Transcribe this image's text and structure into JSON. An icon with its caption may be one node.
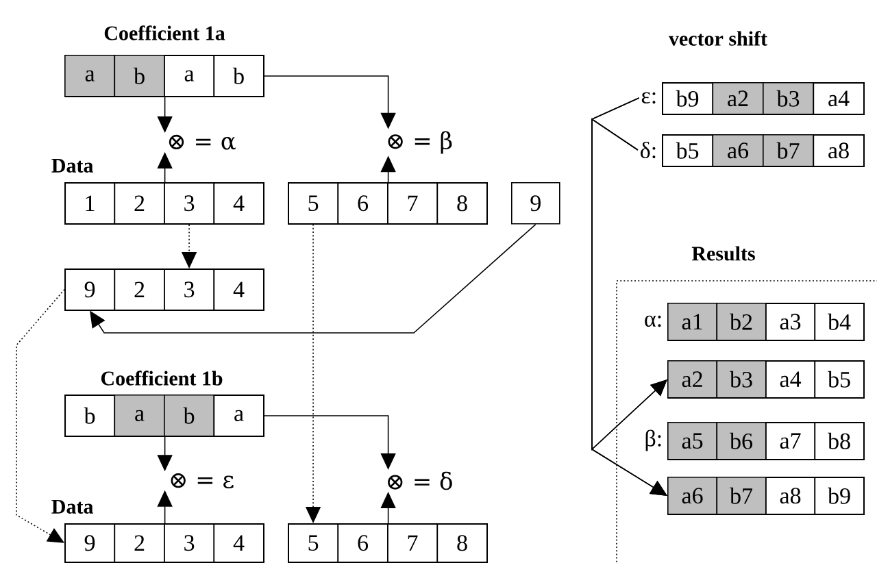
{
  "diagram": {
    "nodes": [
      {
        "text": [
          "Coefficient 1a"
        ]
      },
      {
        "text": [
          "a"
        ],
        "in": 0
      },
      {
        "text": [
          "b"
        ],
        "in": 0
      },
      {
        "text": [
          "a"
        ],
        "in": 0
      },
      {
        "text": [
          "b"
        ],
        "in": 0
      },
      {
        "text": [
          "⊗ = α"
        ]
      },
      {
        "text": [
          "⊗ = β"
        ]
      },
      {
        "text": [
          "Data"
        ]
      },
      {
        "text": [
          "1"
        ],
        "in": 7
      },
      {
        "text": [
          "2"
        ],
        "in": 7
      },
      {
        "text": [
          "3"
        ],
        "in": 7
      },
      {
        "text": [
          "4"
        ],
        "in": 7
      },
      {
        "text": [],
        "shape": "box"
      },
      {
        "text": [
          "5"
        ],
        "in": 12
      },
      {
        "text": [
          "6"
        ],
        "in": 12
      },
      {
        "text": [
          "7"
        ],
        "in": 12
      },
      {
        "text": [
          "8"
        ],
        "in": 12
      },
      {
        "text": [
          "9"
        ]
      },
      {
        "text": [],
        "shape": "box"
      },
      {
        "text": [
          "9"
        ],
        "in": 18
      },
      {
        "text": [
          "2"
        ],
        "in": 18
      },
      {
        "text": [
          "3"
        ],
        "in": 18
      },
      {
        "text": [
          "4"
        ],
        "in": 18
      },
      {
        "text": [
          "Coefficient 1b"
        ]
      },
      {
        "text": [
          "b"
        ],
        "in": 23
      },
      {
        "text": [
          "a"
        ],
        "in": 23
      },
      {
        "text": [
          "b"
        ],
        "in": 23
      },
      {
        "text": [
          "a"
        ],
        "in": 23
      },
      {
        "text": [
          "⊗ = ε"
        ]
      },
      {
        "text": [
          "⊗ = δ"
        ]
      },
      {
        "text": [
          "Data"
        ]
      },
      {
        "text": [
          "9"
        ],
        "in": 30
      },
      {
        "text": [
          "2"
        ],
        "in": 30
      },
      {
        "text": [
          "3"
        ],
        "in": 30
      },
      {
        "text": [
          "4"
        ],
        "in": 30
      },
      {
        "text": [],
        "shape": "box"
      },
      {
        "text": [
          "5"
        ],
        "in": 35
      },
      {
        "text": [
          "6"
        ],
        "in": 35
      },
      {
        "text": [
          "7"
        ],
        "in": 35
      },
      {
        "text": [
          "8"
        ],
        "in": 35
      },
      {
        "text": [],
        "shape": "box",
        "beside": [
          "ε:"
        ]
      },
      {
        "text": [
          "b9"
        ],
        "in": 40
      },
      {
        "text": [
          "a2"
        ],
        "in": 40
      },
      {
        "text": [
          "b3"
        ],
        "in": 40
      },
      {
        "text": [
          "a4"
        ],
        "in": 40
      },
      {
        "text": [],
        "shape": "box",
        "beside": [
          "δ:"
        ]
      },
      {
        "text": [
          "b5"
        ],
        "in": 45
      },
      {
        "text": [
          "a6"
        ],
        "in": 45
      },
      {
        "text": [
          "b7"
        ],
        "in": 45
      },
      {
        "text": [
          "a8"
        ],
        "in": 45
      },
      {
        "text": [
          "Results"
        ]
      },
      {
        "text": [],
        "shape": "box",
        "beside": [
          "α:"
        ],
        "in": 50
      },
      {
        "text": [
          "a1"
        ],
        "in": 51
      },
      {
        "text": [
          "b2"
        ],
        "in": 51
      },
      {
        "text": [
          "a3"
        ],
        "in": 51
      },
      {
        "text": [
          "b4"
        ],
        "in": 51
      },
      {
        "text": [],
        "shape": "box",
        "in": 50
      },
      {
        "text": [
          "a2"
        ],
        "in": 56
      },
      {
        "text": [
          "b3"
        ],
        "in": 56
      },
      {
        "text": [
          "a4"
        ],
        "in": 56
      },
      {
        "text": [
          "b5"
        ],
        "in": 56
      },
      {
        "text": [],
        "shape": "box",
        "beside": [
          "β:"
        ],
        "in": 50
      },
      {
        "text": [
          "a5"
        ],
        "in": 61
      },
      {
        "text": [
          "b6"
        ],
        "in": 61
      },
      {
        "text": [
          "a7"
        ],
        "in": 61
      },
      {
        "text": [
          "b8"
        ],
        "in": 61
      },
      {
        "text": [],
        "shape": "box",
        "in": 50
      },
      {
        "text": [
          "a6"
        ],
        "in": 66
      },
      {
        "text": [
          "b7"
        ],
        "in": 66
      },
      {
        "text": [
          "a8"
        ],
        "in": 66
      },
      {
        "text": [
          "b9"
        ],
        "in": 66
      }
    ],
    "edges": [
      {
        "from": 0,
        "to": 5,
        "arrow": "to"
      },
      {
        "from": 7,
        "to": 5,
        "arrow": "to"
      },
      {
        "from": 0,
        "to": 6,
        "arrow": "to"
      },
      {
        "from": 12,
        "to": 6,
        "arrow": "to"
      },
      {
        "from": 7,
        "to": 18,
        "arrow": "to",
        "style": "dashed"
      },
      {
        "from": 17,
        "to": 19,
        "arrow": "to"
      },
      {
        "from": 13,
        "to": 36,
        "arrow": "to",
        "style": "dashed"
      },
      {
        "from": 19,
        "to": 31,
        "arrow": "to",
        "style": "dashed"
      },
      {
        "from": 23,
        "to": 28,
        "arrow": "to"
      },
      {
        "from": 30,
        "to": 28,
        "arrow": "to"
      },
      {
        "from": 23,
        "to": 29,
        "arrow": "to"
      },
      {
        "from": 35,
        "to": 29,
        "arrow": "to"
      },
      {
        "from": 40,
        "to": 56,
        "arrow": "to"
      },
      {
        "from": 40,
        "to": 66,
        "arrow": "to"
      },
      {
        "from": 45,
        "to": 56,
        "arrow": "to"
      },
      {
        "from": 45,
        "to": 66,
        "arrow": "to"
      }
    ],
    "labels": [
      "vector shift"
    ]
  }
}
